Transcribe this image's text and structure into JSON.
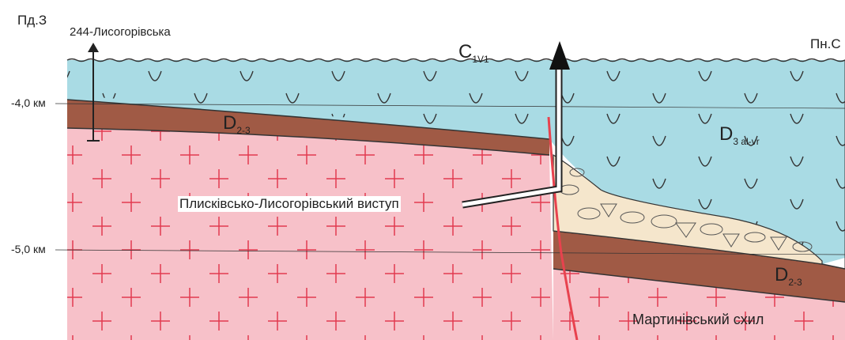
{
  "labels": {
    "west": "Пд.З",
    "east": "Пн.С",
    "well": "244-Лисогорівська",
    "depth_4": "-4,0 км",
    "depth_5": "-5,0 км"
  },
  "strata": {
    "carboniferous": {
      "main": "C",
      "sub": "1V1"
    },
    "devonian_west": {
      "main": "D",
      "sub": "2-3"
    },
    "devonian_east": {
      "main": "D",
      "sub": "2-3"
    },
    "devonian_upper": {
      "main": "D",
      "sub": "3 al-vr"
    }
  },
  "features": {
    "uplift": "Плисківсько-Лисогорівський виступ",
    "slope": "Мартинівський схил"
  },
  "colors": {
    "limestone": "#a9dbe4",
    "red_beds": "#a05a45",
    "basement": "#f7c1c9",
    "cross": "#e23a4f",
    "breccia": "#f5e6cc",
    "fault": "#e8424e",
    "line": "#222222"
  }
}
